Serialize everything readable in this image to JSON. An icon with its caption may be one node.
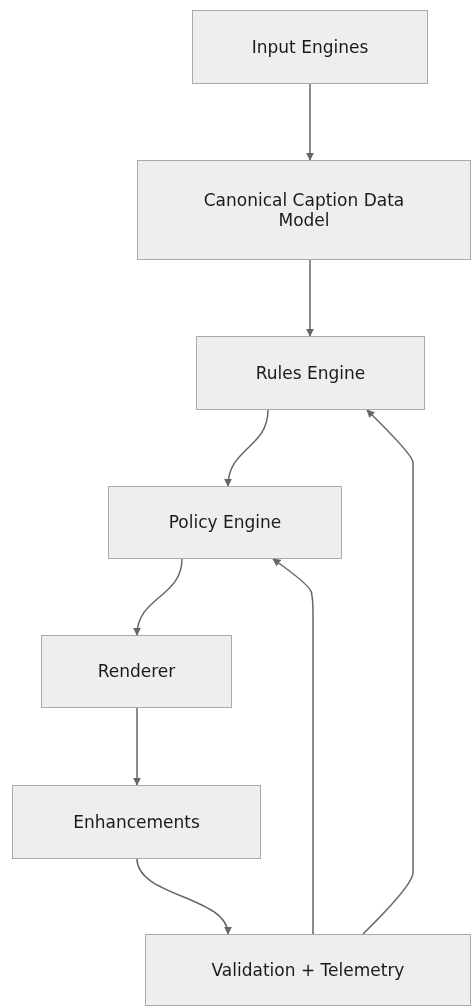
{
  "diagram": {
    "nodes": [
      {
        "text": [
          "Input Engines"
        ]
      },
      {
        "text": [
          "Canonical Caption Data Model"
        ]
      },
      {
        "text": [
          "Rules Engine"
        ]
      },
      {
        "text": [
          "Policy Engine"
        ]
      },
      {
        "text": [
          "Renderer"
        ]
      },
      {
        "text": [
          "Enhancements"
        ]
      },
      {
        "text": [
          "Validation + Telemetry"
        ]
      }
    ],
    "edges": [
      {
        "from": 0,
        "to": 1,
        "arrow": "to"
      },
      {
        "from": 1,
        "to": 2,
        "arrow": "to"
      },
      {
        "from": 2,
        "to": 3,
        "arrow": "to"
      },
      {
        "from": 3,
        "to": 4,
        "arrow": "to"
      },
      {
        "from": 4,
        "to": 5,
        "arrow": "to"
      },
      {
        "from": 5,
        "to": 6,
        "arrow": "to"
      },
      {
        "from": 6,
        "to": 3,
        "arrow": "to"
      },
      {
        "from": 6,
        "to": 2,
        "arrow": "to"
      }
    ]
  }
}
